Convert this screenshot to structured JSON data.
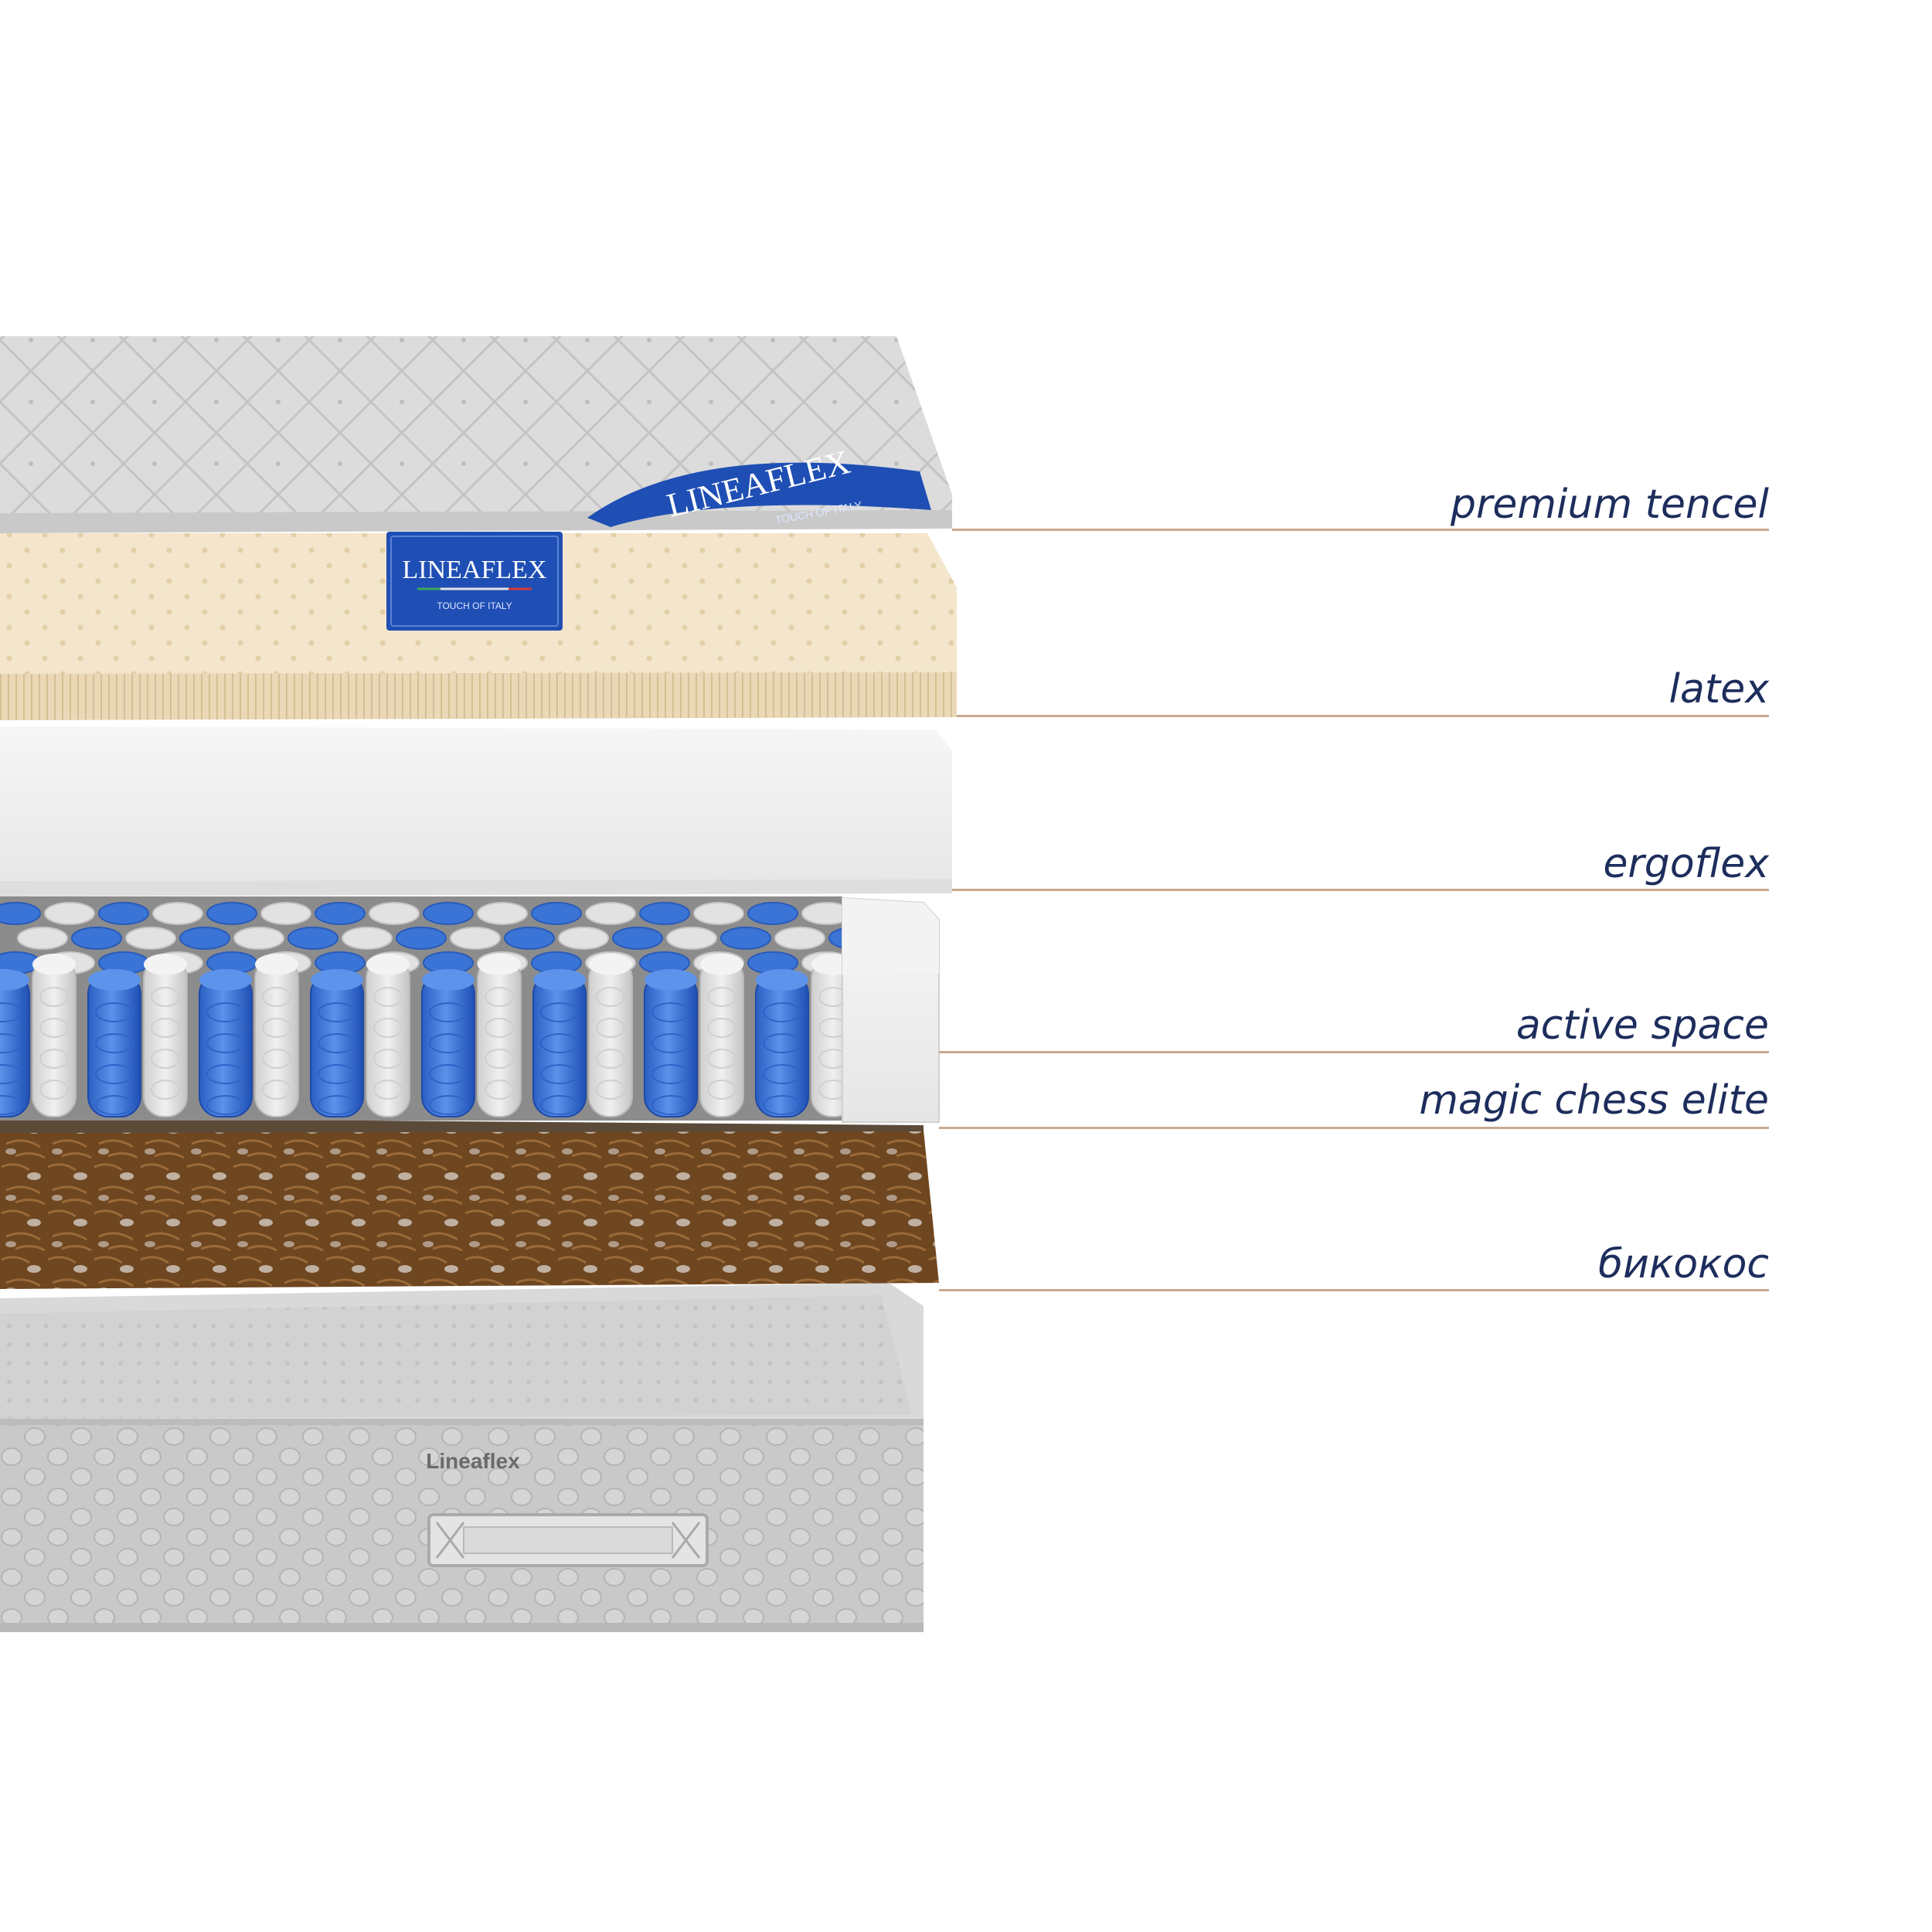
{
  "brand": {
    "tag_text": "LINEAFLEX",
    "tag_sub": "TOUCH OF ITALY",
    "corner_text": "LINEAFLEX",
    "corner_sub": "TOUCH OF ITALY",
    "side_logo": "Lineaflex"
  },
  "layers": [
    {
      "id": "premium-tencel",
      "label": "premium tencel"
    },
    {
      "id": "latex",
      "label": "latex"
    },
    {
      "id": "ergoflex",
      "label": "ergoflex"
    },
    {
      "id": "active-space",
      "label": "active space"
    },
    {
      "id": "magic-chess-elite",
      "label": "magic chess elite"
    },
    {
      "id": "bikokos",
      "label": "бикокос"
    }
  ],
  "colors": {
    "label_text": "#1d2d5c",
    "leader_line": "#c8a98f",
    "brand_blue": "#1f4fb4",
    "latex": "#f3e6cc",
    "coir": "#7a4e22",
    "spring_blue": "#3a74d6",
    "spring_white": "#e2e2e2",
    "cover_grey": "#d6d6d6"
  }
}
